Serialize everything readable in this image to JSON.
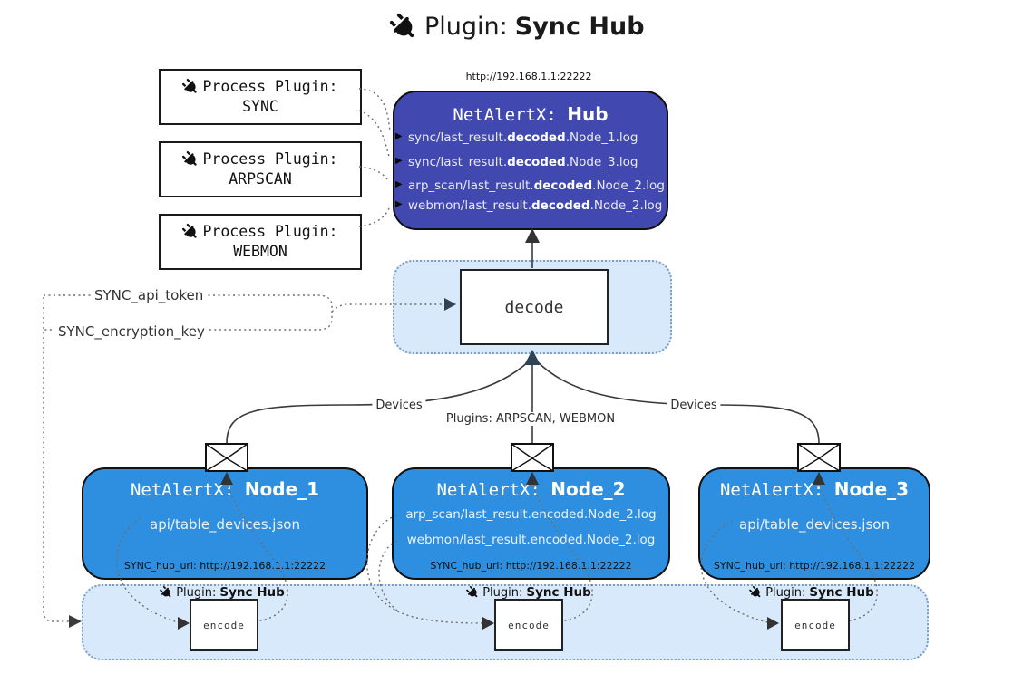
{
  "title": {
    "icon": "plug-icon",
    "prefix": "Plugin:",
    "name": "Sync Hub"
  },
  "process_plugins": [
    {
      "label": "Process Plugin:",
      "name": "SYNC"
    },
    {
      "label": "Process Plugin:",
      "name": "ARPSCAN"
    },
    {
      "label": "Process Plugin:",
      "name": "WEBMON"
    }
  ],
  "hub": {
    "url": "http://192.168.1.1:22222",
    "title_prefix": "NetAlertX:",
    "title_name": "Hub",
    "files": [
      {
        "pre": "sync/last_result.",
        "bold": "decoded",
        "post": ".Node_1.log"
      },
      {
        "pre": "sync/last_result.",
        "bold": "decoded",
        "post": ".Node_3.log"
      },
      {
        "pre": "arp_scan/last_result.",
        "bold": "decoded",
        "post": ".Node_2.log"
      },
      {
        "pre": "webmon/last_result.",
        "bold": "decoded",
        "post": ".Node_2.log"
      }
    ]
  },
  "decode_panel": {
    "label": "decode"
  },
  "settings": {
    "api_token": "SYNC_api_token",
    "encryption_key": "SYNC_encryption_key"
  },
  "edge_labels": {
    "left": "Devices",
    "middle": "Plugins: ARPSCAN, WEBMON",
    "right": "Devices"
  },
  "nodes": [
    {
      "title_prefix": "NetAlertX:",
      "title_name": "Node_1",
      "files": [
        "api/table_devices.json"
      ],
      "hub_url": "SYNC_hub_url: http://192.168.1.1:22222"
    },
    {
      "title_prefix": "NetAlertX:",
      "title_name": "Node_2",
      "files": [
        "arp_scan/last_result.encoded.Node_2.log",
        "webmon/last_result.encoded.Node_2.log"
      ],
      "hub_url": "SYNC_hub_url: http://192.168.1.1:22222"
    },
    {
      "title_prefix": "NetAlertX:",
      "title_name": "Node_3",
      "files": [
        "api/table_devices.json"
      ],
      "hub_url": "SYNC_hub_url: http://192.168.1.1:22222"
    }
  ],
  "encoders": [
    {
      "plugin_prefix": "Plugin:",
      "plugin_name": "Sync Hub",
      "label": "encode"
    },
    {
      "plugin_prefix": "Plugin:",
      "plugin_name": "Sync Hub",
      "label": "encode"
    },
    {
      "plugin_prefix": "Plugin:",
      "plugin_name": "Sync Hub",
      "label": "encode"
    }
  ],
  "colors": {
    "hub_bg": "#4149b0",
    "node_bg": "#2e8fe0",
    "panel_bg": "#d8e9fb",
    "panel_border": "#7d9cc0",
    "accent_arrow": "#2f4456"
  }
}
